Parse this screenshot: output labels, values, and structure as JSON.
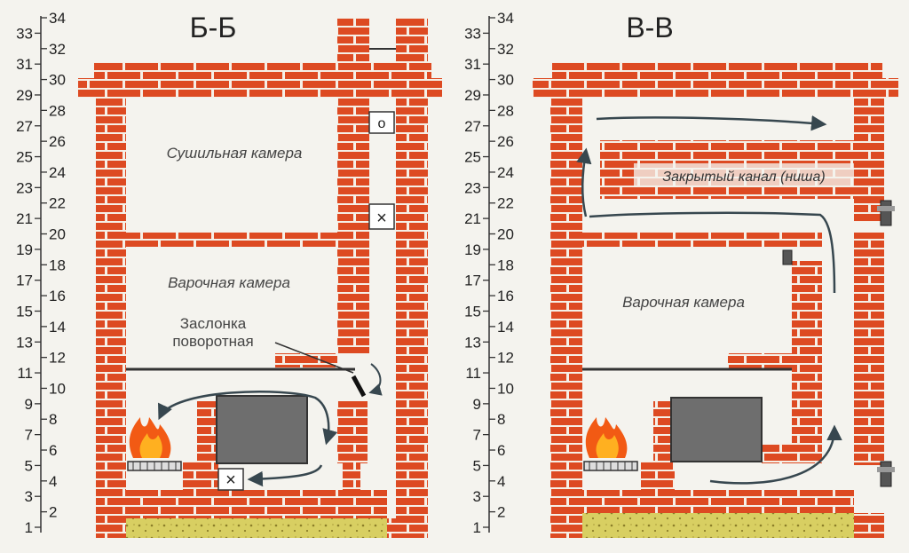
{
  "scale_numbers": [
    "1",
    "2",
    "3",
    "4",
    "5",
    "6",
    "7",
    "8",
    "9",
    "10",
    "11",
    "12",
    "13",
    "14",
    "15",
    "16",
    "17",
    "18",
    "19",
    "20",
    "21",
    "22",
    "23",
    "24",
    "25",
    "26",
    "27",
    "28",
    "29",
    "30",
    "31",
    "32",
    "33",
    "34"
  ],
  "left_section": {
    "title": "Б-Б",
    "label_drying": "Сушильная камера",
    "label_cooking": "Варочная камера",
    "label_damper_1": "Заслонка",
    "label_damper_2": "поворотная",
    "mark_open": "о",
    "mark_closed": "×"
  },
  "right_section": {
    "title": "В-В",
    "label_channel": "Закрытый канал (ниша)",
    "label_cooking": "Варочная камера"
  },
  "colors": {
    "brick": "#dd4a22",
    "mortar": "#f5efe6",
    "foundation": "#d8cf62",
    "plate": "#6e6e6e",
    "flow": "#37474f",
    "flame": "#f25a14"
  }
}
